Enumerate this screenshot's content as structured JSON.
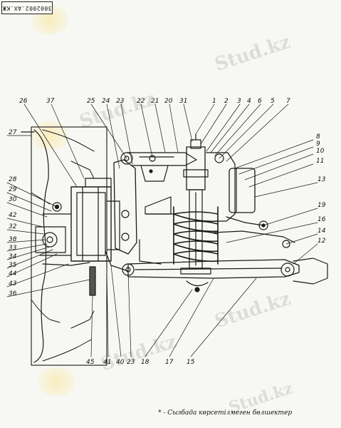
{
  "header": {
    "code": "3002002.АХ.КЖ"
  },
  "footnote": "* - Сызбада көрсетілмеген бөлшектер",
  "watermarks": [
    "Stud.kz",
    "Stud.kz",
    "Stud.kz",
    "Stud.kz",
    "Stud.kz"
  ],
  "callouts": {
    "top": [
      "26",
      "37",
      "25",
      "24",
      "23",
      "22",
      "21",
      "20",
      "31",
      "1",
      "2",
      "3",
      "4",
      "6",
      "5",
      "7"
    ],
    "left": [
      "27",
      "28",
      "29",
      "30",
      "42",
      "32",
      "38",
      "33",
      "34",
      "35",
      "44",
      "43",
      "36"
    ],
    "right": [
      "8",
      "9",
      "10",
      "11",
      "13",
      "19",
      "16",
      "14",
      "12"
    ],
    "bottom": [
      "45",
      "41",
      "40",
      "23",
      "18",
      "17",
      "15"
    ]
  }
}
